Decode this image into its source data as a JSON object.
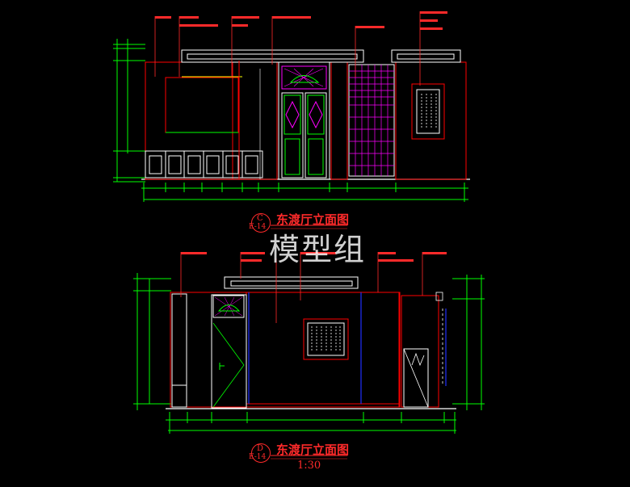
{
  "drawings": [
    {
      "title": "东渡厅立面图",
      "badge_letter": "C",
      "badge_ref": "E-14",
      "scale": ""
    },
    {
      "title": "东渡厅立面图",
      "badge_letter": "D",
      "badge_ref": "E-14",
      "scale": "1:30"
    }
  ],
  "watermark": "模型组",
  "colors": {
    "background": "#000000",
    "dimension": "#00ff00",
    "outline": "#ff0000",
    "annotation": "#ff2a2a",
    "detail": "#ffffff",
    "accent_yellow": "#ffff00",
    "accent_blue": "#2030ff",
    "accent_magenta": "#ff00ff"
  }
}
